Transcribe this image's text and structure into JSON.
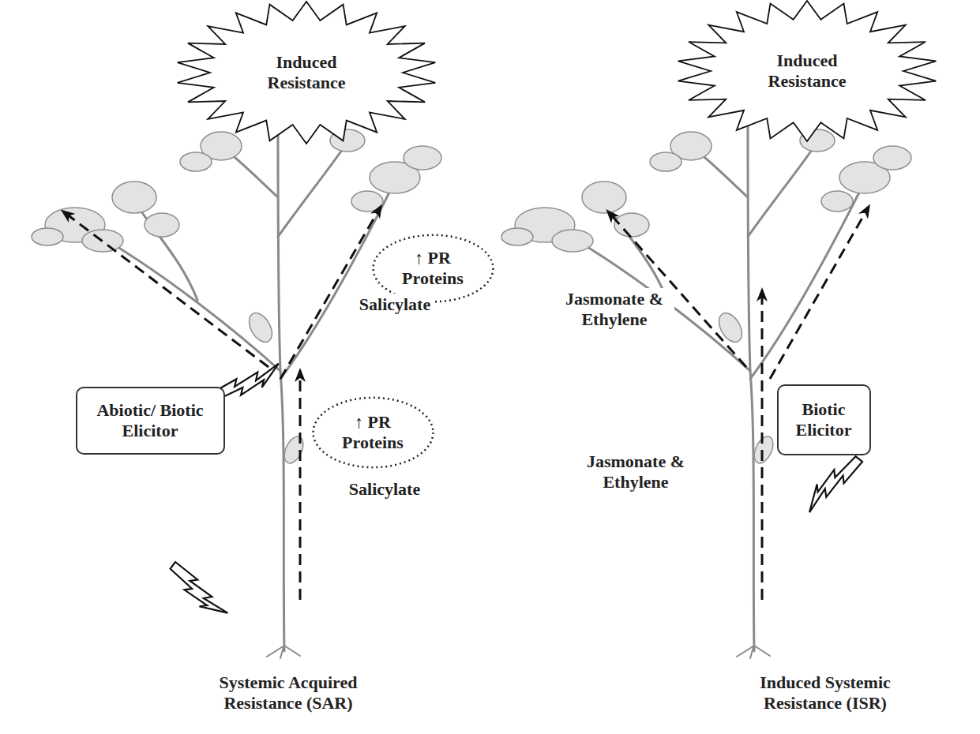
{
  "diagram": {
    "nodes": [
      {
        "text": [
          "Induced Resistance"
        ]
      },
      {
        "text": [
          "↑ PR Proteins"
        ]
      },
      {
        "text": [
          "Abiotic/ Biotic Elicitor"
        ]
      },
      {
        "text": [
          "↑ PR Proteins"
        ]
      },
      {
        "text": [
          "Induced Resistance"
        ]
      },
      {
        "text": [
          "Biotic Elicitor"
        ]
      }
    ],
    "labels": [
      "Salicylate",
      "Salicylate",
      "Systemic Acquired Resistance (SAR)",
      "Jasmonate & Ethylene",
      "Jasmonate & Ethylene",
      "Induced Systemic Resistance (ISR)"
    ]
  }
}
